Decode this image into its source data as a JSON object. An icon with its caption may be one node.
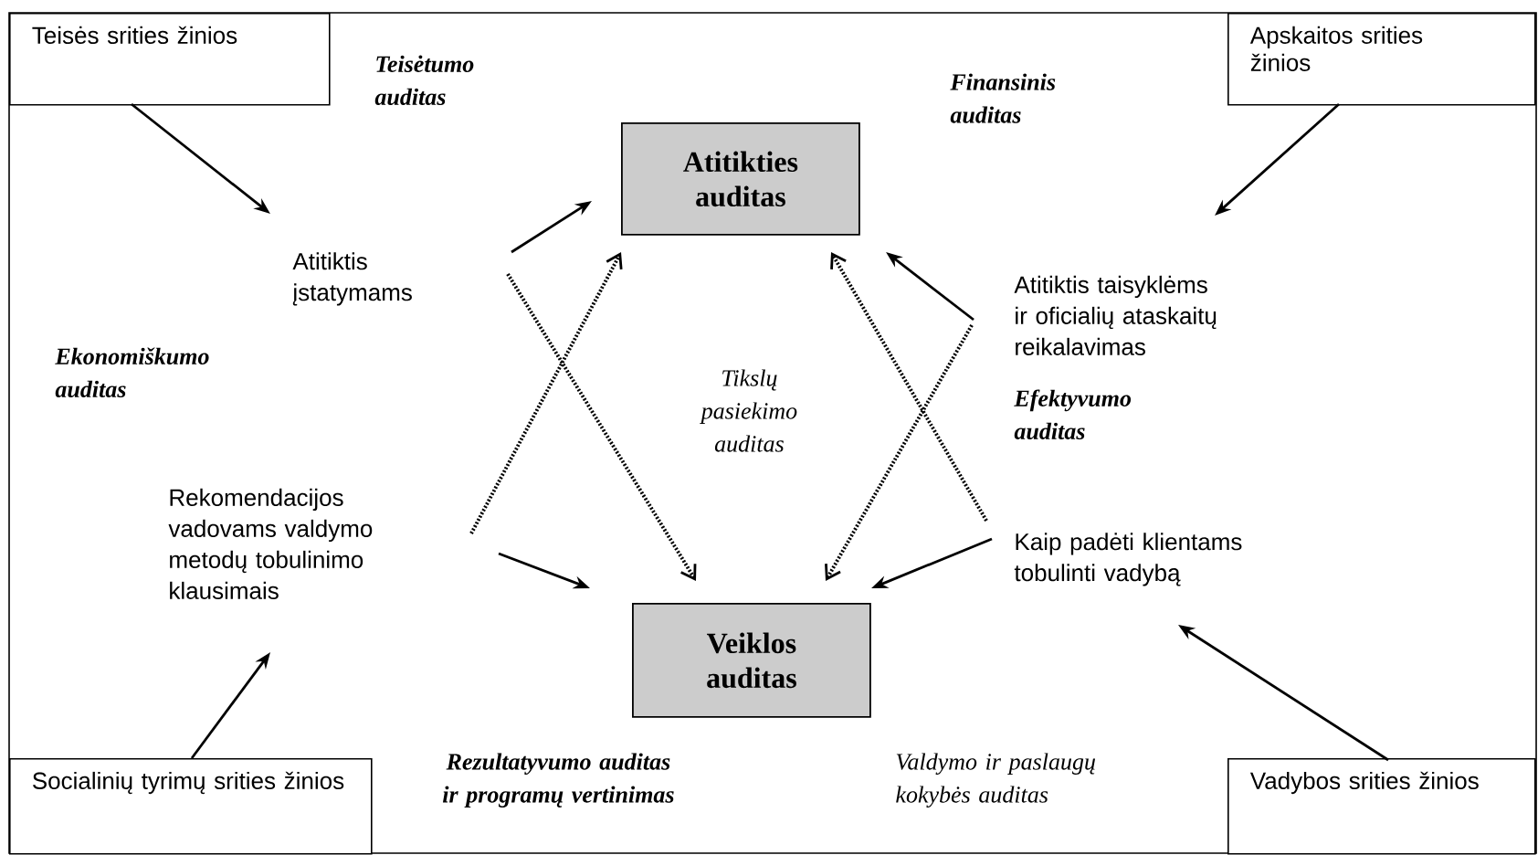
{
  "diagram": {
    "nodes": [
      {
        "text": [
          "Teisės srities žinios"
        ]
      },
      {
        "text": [
          "Apskaitos srities žinios"
        ]
      },
      {
        "text": [
          "Atitikties auditas"
        ]
      },
      {
        "text": [
          "Atitiktis įstatymams"
        ]
      },
      {
        "text": [
          "Atitiktis taisyklėms ir oficialių ataskaitų reikalavimas"
        ]
      },
      {
        "text": [
          "Rekomendacijos vadovams valdymo metodų tobulinimo klausimais"
        ]
      },
      {
        "text": [
          "Kaip padėti klientams tobulinti vadybą"
        ]
      },
      {
        "text": [
          "Veiklos auditas"
        ]
      },
      {
        "text": [
          "Socialinių tyrimų srities žinios"
        ]
      },
      {
        "text": [
          "Vadybos srities žinios"
        ]
      }
    ],
    "edges": [
      {
        "from": 0,
        "to": 3,
        "arrow": "to"
      },
      {
        "from": 1,
        "to": 4,
        "arrow": "to"
      },
      {
        "from": 3,
        "to": 2,
        "arrow": "to"
      },
      {
        "from": 4,
        "to": 2,
        "arrow": "to"
      },
      {
        "from": 5,
        "to": 7,
        "arrow": "to"
      },
      {
        "from": 6,
        "to": 7,
        "arrow": "to"
      },
      {
        "from": 8,
        "to": 5,
        "arrow": "to"
      },
      {
        "from": 9,
        "to": 6,
        "arrow": "to"
      },
      {
        "from": 5,
        "to": 2,
        "arrow": "to",
        "style": "dashed"
      },
      {
        "from": 3,
        "to": 7,
        "arrow": "to",
        "style": "dashed"
      },
      {
        "from": 6,
        "to": 2,
        "arrow": "to",
        "style": "dashed"
      },
      {
        "from": 4,
        "to": 7,
        "arrow": "to",
        "style": "dashed"
      }
    ],
    "labels": [
      "Teisėtumo auditas",
      "Finansinis auditas",
      "Ekonomiškumo auditas",
      "Tikslų pasiekimo auditas",
      "Efektyvumo auditas",
      "Rezultatyvumo auditas ir programų vertinimas",
      "Valdymo ir paslaugų kokybės auditas"
    ]
  }
}
